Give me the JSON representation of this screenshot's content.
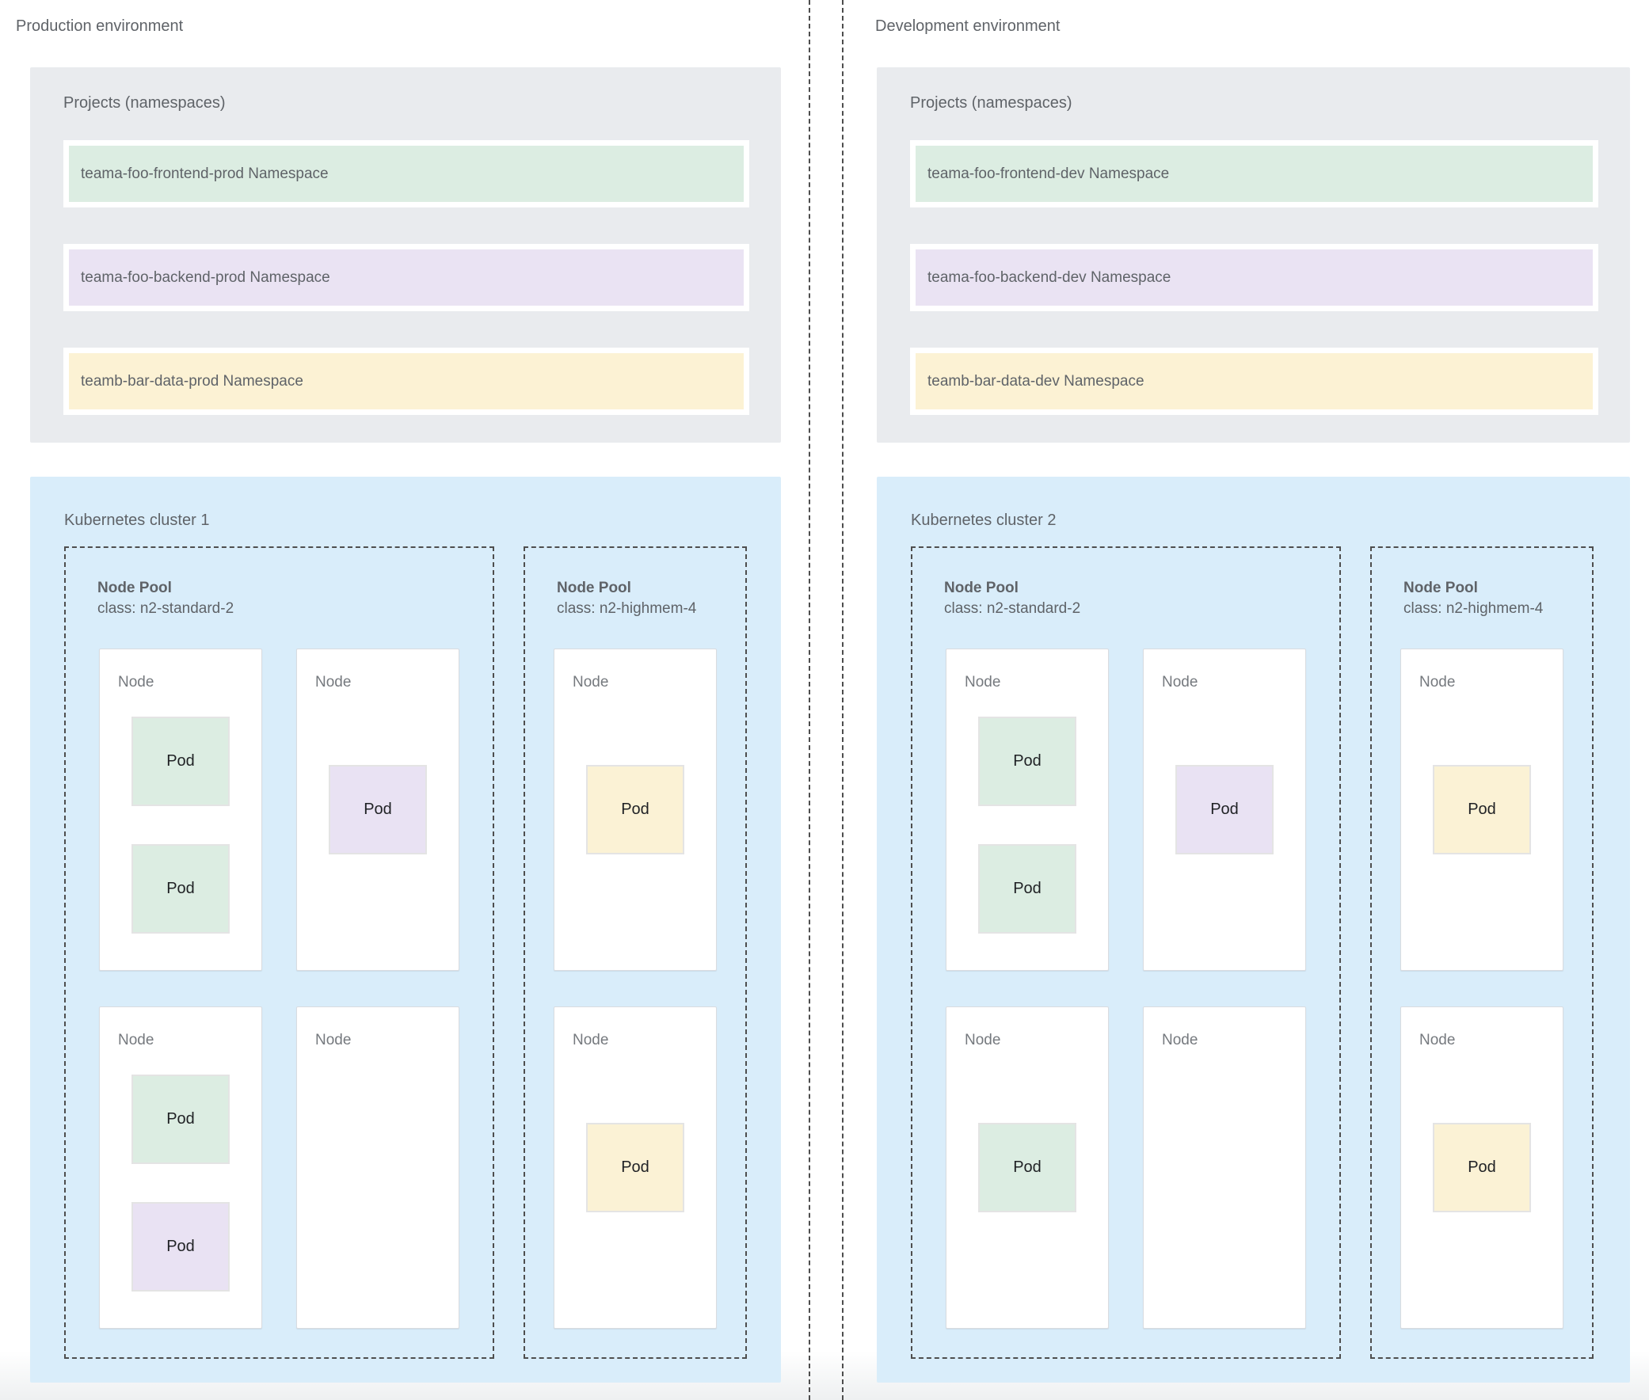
{
  "colors": {
    "namespace_green": "#dcede2",
    "namespace_purple": "#eae3f3",
    "namespace_yellow": "#fcf2d4",
    "cluster_background": "#d9edfa",
    "projects_background": "#e9ebee",
    "node_background": "#ffffff",
    "muted_text": "#5f6368"
  },
  "environments": [
    {
      "title": "Production environment",
      "projects": {
        "title": "Projects (namespaces)",
        "namespaces": [
          {
            "label": "teama-foo-frontend-prod Namespace",
            "color": "green"
          },
          {
            "label": "teama-foo-backend-prod Namespace",
            "color": "purple"
          },
          {
            "label": "teamb-bar-data-prod Namespace",
            "color": "yellow"
          }
        ]
      },
      "cluster": {
        "title": "Kubernetes cluster 1",
        "node_pools": [
          {
            "title": "Node Pool",
            "node_class": "class: n2-standard-2",
            "nodes": [
              {
                "label": "Node",
                "pods": [
                  {
                    "label": "Pod",
                    "color": "green"
                  },
                  {
                    "label": "Pod",
                    "color": "green"
                  }
                ]
              },
              {
                "label": "Node",
                "pods": [
                  {
                    "label": "Pod",
                    "color": "purple"
                  }
                ]
              },
              {
                "label": "Node",
                "pods": [
                  {
                    "label": "Pod",
                    "color": "green"
                  },
                  {
                    "label": "Pod",
                    "color": "purple"
                  }
                ]
              },
              {
                "label": "Node",
                "pods": []
              }
            ]
          },
          {
            "title": "Node Pool",
            "node_class": "class: n2-highmem-4",
            "nodes": [
              {
                "label": "Node",
                "pods": [
                  {
                    "label": "Pod",
                    "color": "yellow"
                  }
                ]
              },
              {
                "label": "Node",
                "pods": [
                  {
                    "label": "Pod",
                    "color": "yellow"
                  }
                ]
              }
            ]
          }
        ]
      }
    },
    {
      "title": "Development environment",
      "projects": {
        "title": "Projects (namespaces)",
        "namespaces": [
          {
            "label": "teama-foo-frontend-dev Namespace",
            "color": "green"
          },
          {
            "label": "teama-foo-backend-dev Namespace",
            "color": "purple"
          },
          {
            "label": "teamb-bar-data-dev Namespace",
            "color": "yellow"
          }
        ]
      },
      "cluster": {
        "title": "Kubernetes cluster 2",
        "node_pools": [
          {
            "title": "Node Pool",
            "node_class": "class: n2-standard-2",
            "nodes": [
              {
                "label": "Node",
                "pods": [
                  {
                    "label": "Pod",
                    "color": "green"
                  },
                  {
                    "label": "Pod",
                    "color": "green"
                  }
                ]
              },
              {
                "label": "Node",
                "pods": [
                  {
                    "label": "Pod",
                    "color": "purple"
                  }
                ]
              },
              {
                "label": "Node",
                "pods": [
                  {
                    "label": "Pod",
                    "color": "green"
                  }
                ]
              },
              {
                "label": "Node",
                "pods": []
              }
            ]
          },
          {
            "title": "Node Pool",
            "node_class": "class: n2-highmem-4",
            "nodes": [
              {
                "label": "Node",
                "pods": [
                  {
                    "label": "Pod",
                    "color": "yellow"
                  }
                ]
              },
              {
                "label": "Node",
                "pods": [
                  {
                    "label": "Pod",
                    "color": "yellow"
                  }
                ]
              }
            ]
          }
        ]
      }
    }
  ]
}
